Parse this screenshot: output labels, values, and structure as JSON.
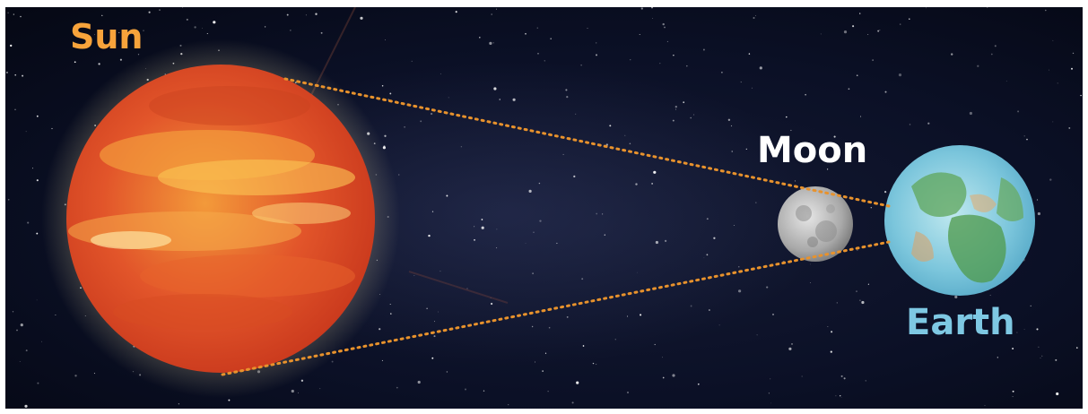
{
  "labels": {
    "sun": "Sun",
    "moon": "Moon",
    "earth": "Earth"
  },
  "colors": {
    "background": "#0b1026",
    "sun_label": "#f7a33b",
    "moon_label": "#ffffff",
    "earth_label": "#7ec8e3",
    "guide_line": "#e8922c",
    "sun_body": "#e2552a",
    "moon_body": "#b8b8b8",
    "earth_body": "#7cc6dc"
  },
  "icons": {
    "sun": "sun-icon",
    "moon": "moon-icon",
    "earth": "earth-icon"
  }
}
